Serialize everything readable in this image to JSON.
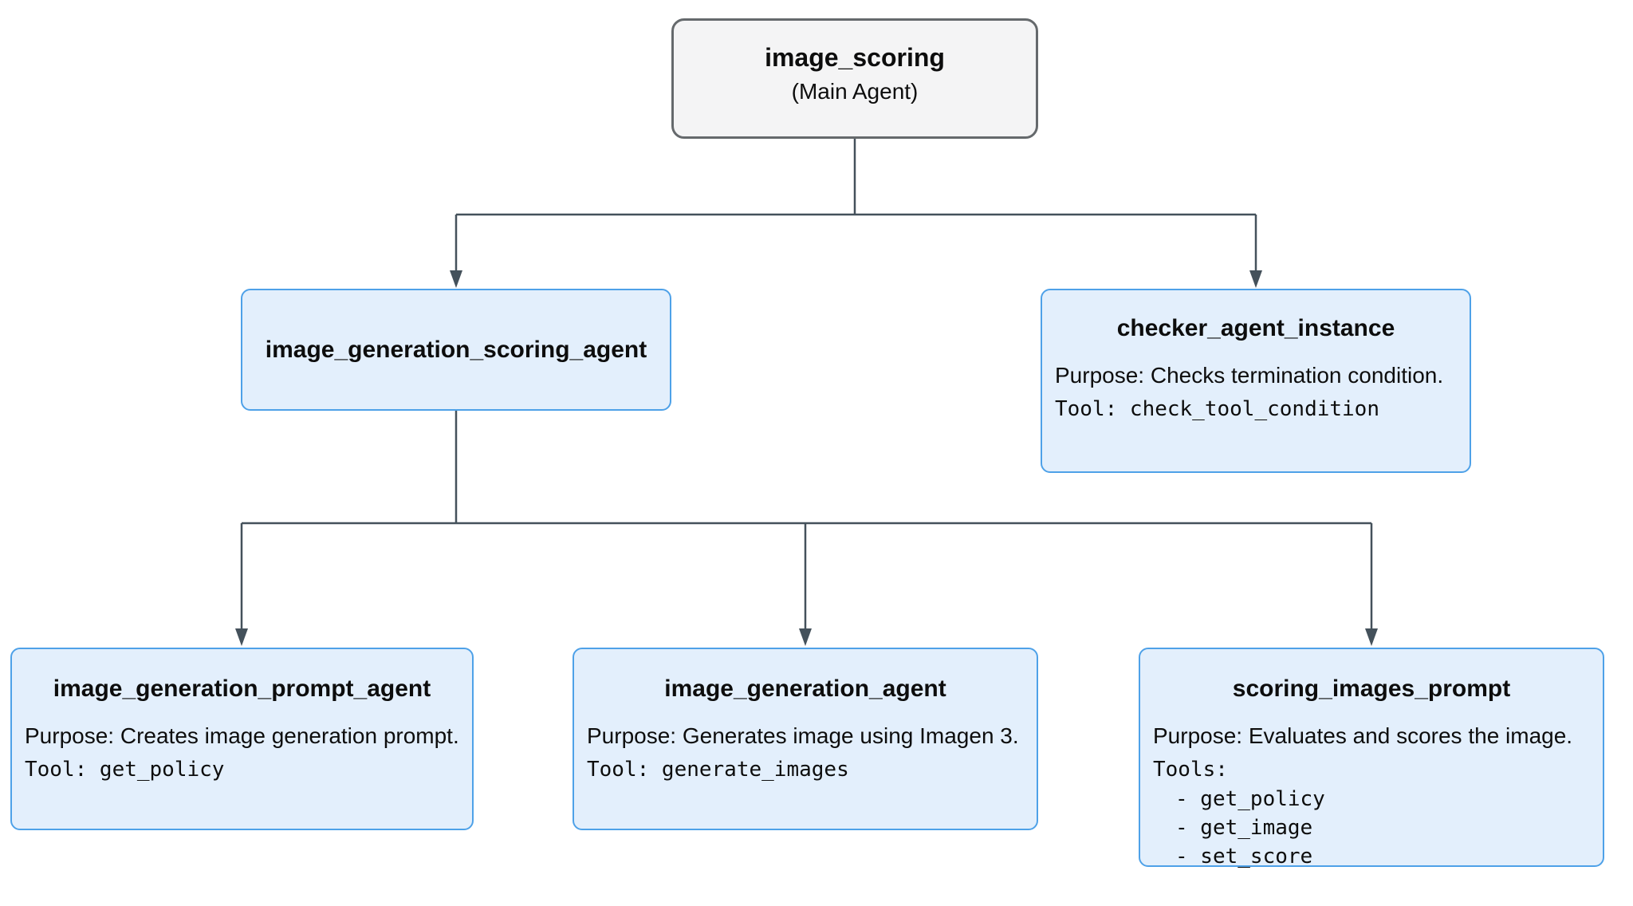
{
  "nodes": {
    "image_scoring": {
      "title": "image_scoring",
      "subtitle": "(Main Agent)"
    },
    "image_generation_scoring_agent": {
      "title": "image_generation_scoring_agent"
    },
    "checker_agent_instance": {
      "title": "checker_agent_instance",
      "purpose": "Purpose: Checks termination condition.",
      "tool": "Tool: check_tool_condition"
    },
    "image_generation_prompt_agent": {
      "title": "image_generation_prompt_agent",
      "purpose": "Purpose: Creates image generation prompt.",
      "tool": "Tool: get_policy"
    },
    "image_generation_agent": {
      "title": "image_generation_agent",
      "purpose": "Purpose: Generates image using Imagen 3.",
      "tool": "Tool: generate_images"
    },
    "scoring_images_prompt": {
      "title": "scoring_images_prompt",
      "purpose": "Purpose: Evaluates and scores the image.",
      "tools_label": "Tools:",
      "tools": [
        "- get_policy",
        "- get_image",
        "- set_score"
      ]
    }
  },
  "edges": [
    {
      "from": "image_scoring",
      "to": "image_generation_scoring_agent"
    },
    {
      "from": "image_scoring",
      "to": "checker_agent_instance"
    },
    {
      "from": "image_generation_scoring_agent",
      "to": "image_generation_prompt_agent"
    },
    {
      "from": "image_generation_scoring_agent",
      "to": "image_generation_agent"
    },
    {
      "from": "image_generation_scoring_agent",
      "to": "scoring_images_prompt"
    }
  ],
  "colors": {
    "background": "#ffffff",
    "main_node_fill": "#f4f4f5",
    "main_node_border": "#65696c",
    "agent_node_fill": "#e3effc",
    "agent_node_border": "#4ea1e8",
    "connector": "#44515b",
    "text": "#0d0d0d"
  }
}
